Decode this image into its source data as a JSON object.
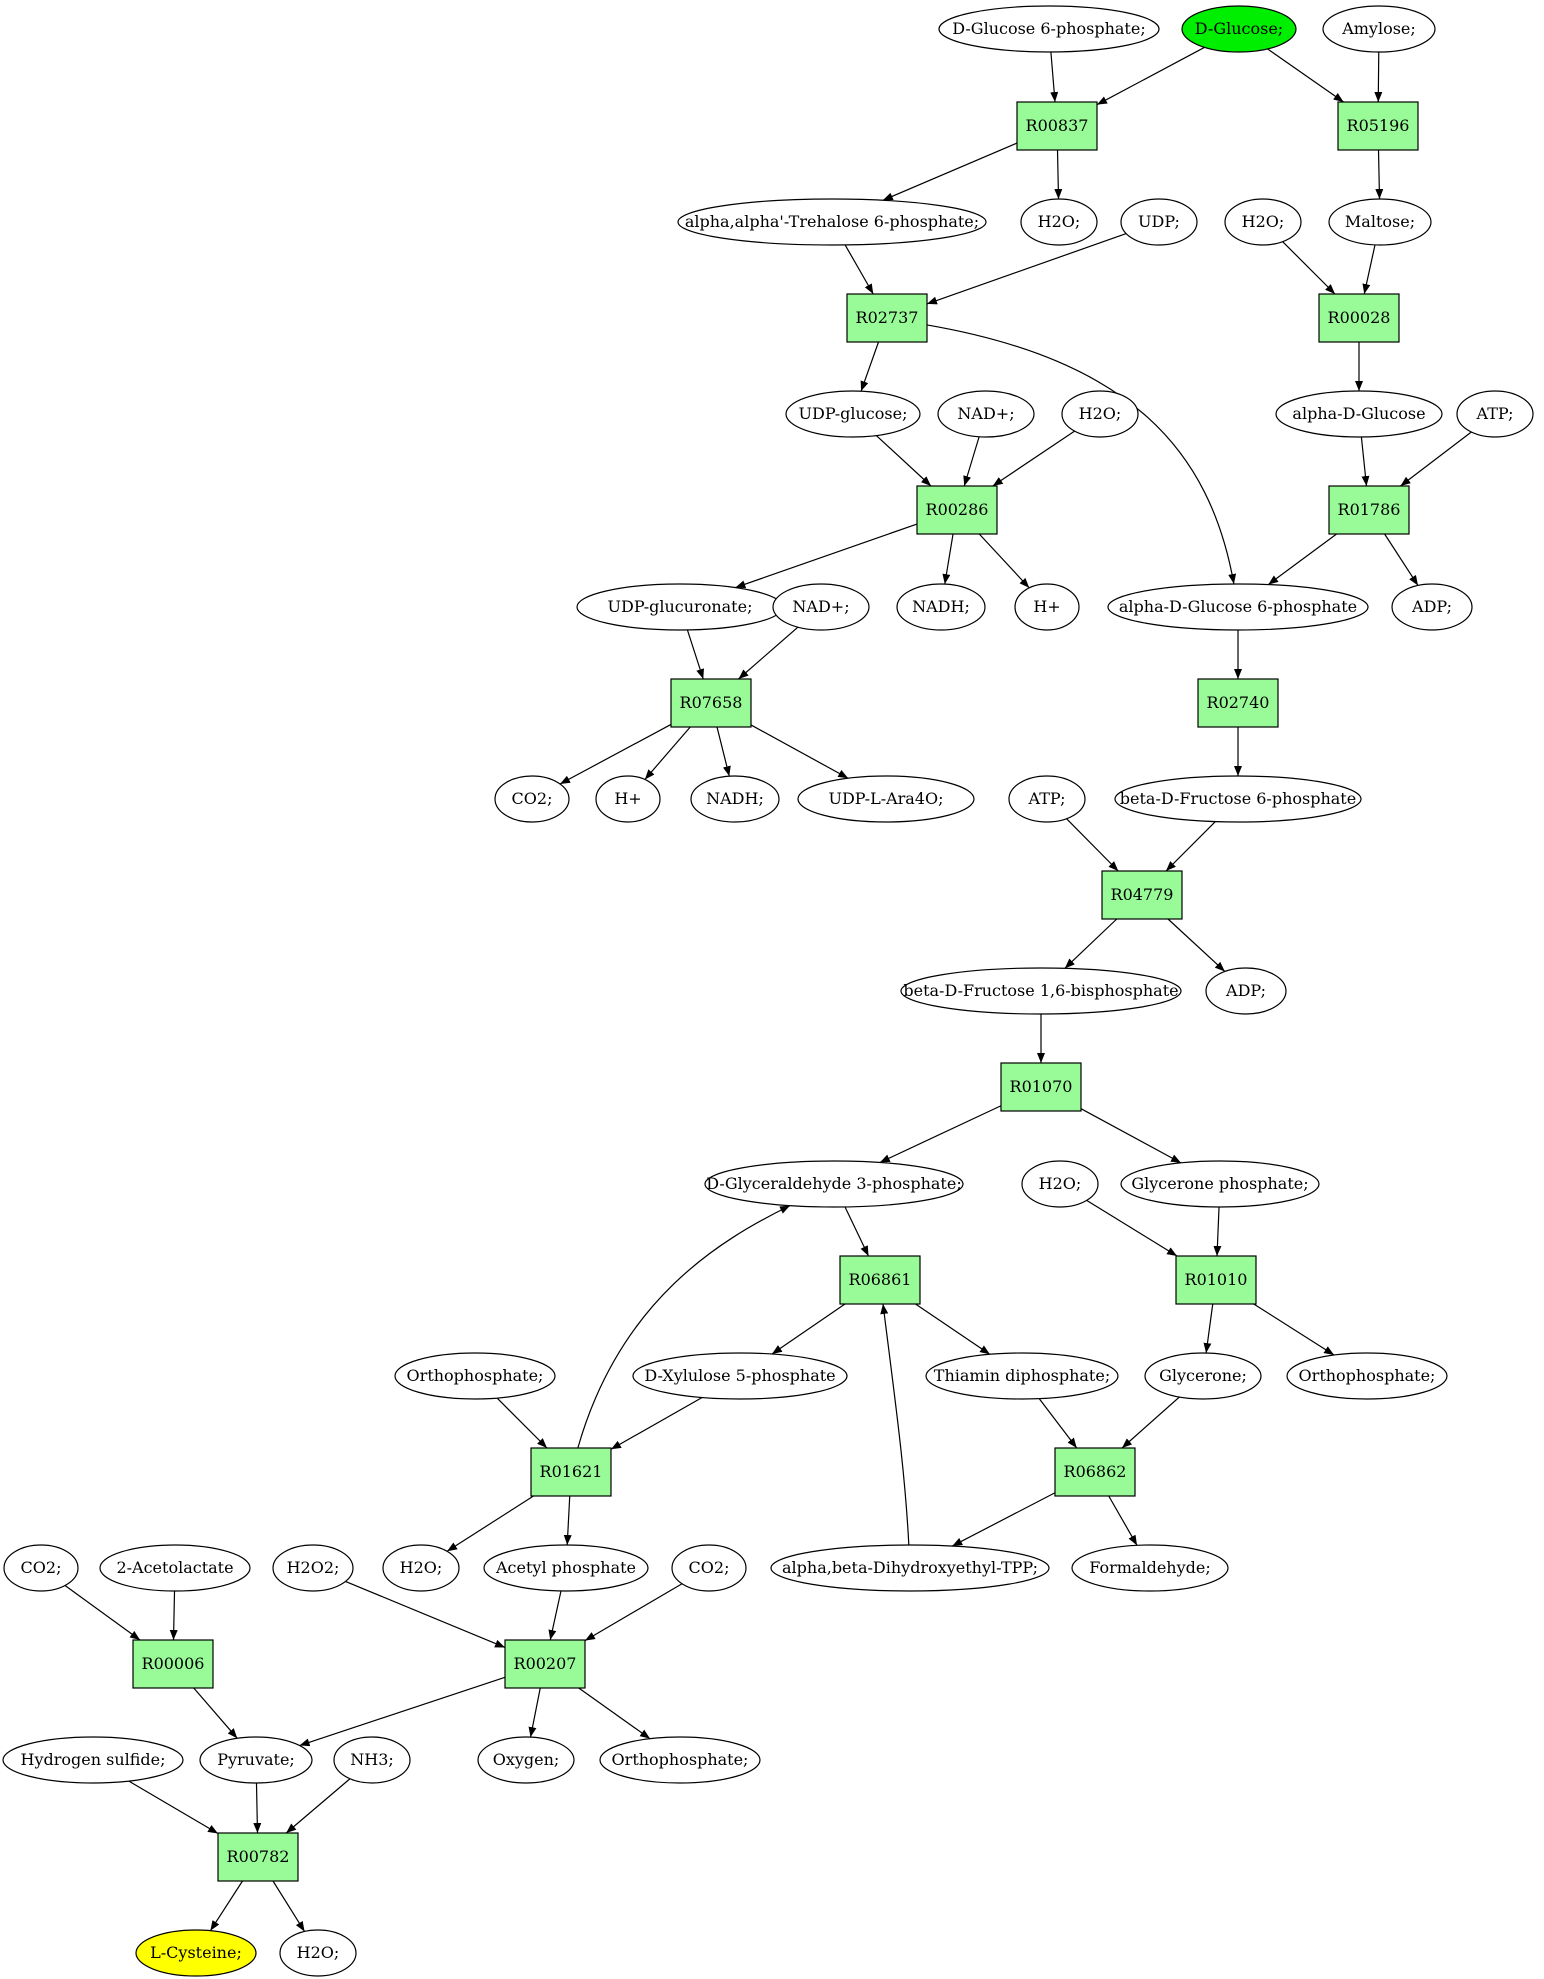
{
  "colors": {
    "reaction_fill": "#98fb98",
    "compound_fill": "#ffffff",
    "source_fill": "#00ee00",
    "target_fill": "#ffff00",
    "stroke": "#000000"
  },
  "compounds": [
    {
      "id": "c_g6p",
      "label": "D-Glucose 6-phosphate;"
    },
    {
      "id": "c_glc",
      "label": "D-Glucose;",
      "role": "source"
    },
    {
      "id": "c_amylose",
      "label": "Amylose;"
    },
    {
      "id": "c_t6p",
      "label": "alpha,alpha'-Trehalose 6-phosphate;"
    },
    {
      "id": "c_h2o_1",
      "label": "H2O;"
    },
    {
      "id": "c_udp_1",
      "label": "UDP;"
    },
    {
      "id": "c_h2o_2",
      "label": "H2O;"
    },
    {
      "id": "c_maltose",
      "label": "Maltose;"
    },
    {
      "id": "c_udpglc",
      "label": "UDP-glucose;"
    },
    {
      "id": "c_nad_1",
      "label": "NAD+;"
    },
    {
      "id": "c_h2o_3",
      "label": "H2O;"
    },
    {
      "id": "c_adglc",
      "label": "alpha-D-Glucose"
    },
    {
      "id": "c_atp_1",
      "label": "ATP;"
    },
    {
      "id": "c_udpgluc",
      "label": "UDP-glucuronate;"
    },
    {
      "id": "c_nad_2",
      "label": "NAD+;"
    },
    {
      "id": "c_nadh_1",
      "label": "NADH;"
    },
    {
      "id": "c_h_1",
      "label": "H+"
    },
    {
      "id": "c_adg6p",
      "label": "alpha-D-Glucose 6-phosphate"
    },
    {
      "id": "c_adp_1",
      "label": "ADP;"
    },
    {
      "id": "c_co2_1",
      "label": "CO2;"
    },
    {
      "id": "c_h_2",
      "label": "H+"
    },
    {
      "id": "c_nadh_2",
      "label": "NADH;"
    },
    {
      "id": "c_udpara",
      "label": "UDP-L-Ara4O;"
    },
    {
      "id": "c_atp_2",
      "label": "ATP;"
    },
    {
      "id": "c_bdf6p",
      "label": "beta-D-Fructose 6-phosphate"
    },
    {
      "id": "c_fbp",
      "label": "beta-D-Fructose 1,6-bisphosphate"
    },
    {
      "id": "c_adp_2",
      "label": "ADP;"
    },
    {
      "id": "c_gap",
      "label": "D-Glyceraldehyde 3-phosphate;"
    },
    {
      "id": "c_h2o_4",
      "label": "H2O;"
    },
    {
      "id": "c_dhap",
      "label": "Glycerone phosphate;"
    },
    {
      "id": "c_pi_1",
      "label": "Orthophosphate;"
    },
    {
      "id": "c_x5p",
      "label": "D-Xylulose 5-phosphate"
    },
    {
      "id": "c_tpp",
      "label": "Thiamin diphosphate;"
    },
    {
      "id": "c_glycerone",
      "label": "Glycerone;"
    },
    {
      "id": "c_pi_2",
      "label": "Orthophosphate;"
    },
    {
      "id": "c_co2_2",
      "label": "CO2;"
    },
    {
      "id": "c_acl",
      "label": "2-Acetolactate"
    },
    {
      "id": "c_h2o2",
      "label": "H2O2;"
    },
    {
      "id": "c_h2o_5",
      "label": "H2O;"
    },
    {
      "id": "c_acp",
      "label": "Acetyl phosphate"
    },
    {
      "id": "c_co2_3",
      "label": "CO2;"
    },
    {
      "id": "c_dhetpp",
      "label": "alpha,beta-Dihydroxyethyl-TPP;"
    },
    {
      "id": "c_hcho",
      "label": "Formaldehyde;"
    },
    {
      "id": "c_h2s",
      "label": "Hydrogen sulfide;"
    },
    {
      "id": "c_pyr",
      "label": "Pyruvate;"
    },
    {
      "id": "c_nh3",
      "label": "NH3;"
    },
    {
      "id": "c_o2",
      "label": "Oxygen;"
    },
    {
      "id": "c_pi_3",
      "label": "Orthophosphate;"
    },
    {
      "id": "c_cys",
      "label": "L-Cysteine;",
      "role": "target"
    },
    {
      "id": "c_h2o_6",
      "label": "H2O;"
    }
  ],
  "reactions": [
    {
      "id": "r00837",
      "label": "R00837"
    },
    {
      "id": "r05196",
      "label": "R05196"
    },
    {
      "id": "r02737",
      "label": "R02737"
    },
    {
      "id": "r00028",
      "label": "R00028"
    },
    {
      "id": "r00286",
      "label": "R00286"
    },
    {
      "id": "r01786",
      "label": "R01786"
    },
    {
      "id": "r07658",
      "label": "R07658"
    },
    {
      "id": "r02740",
      "label": "R02740"
    },
    {
      "id": "r04779",
      "label": "R04779"
    },
    {
      "id": "r01070",
      "label": "R01070"
    },
    {
      "id": "r06861",
      "label": "R06861"
    },
    {
      "id": "r01010",
      "label": "R01010"
    },
    {
      "id": "r01621",
      "label": "R01621"
    },
    {
      "id": "r06862",
      "label": "R06862"
    },
    {
      "id": "r00006",
      "label": "R00006"
    },
    {
      "id": "r00207",
      "label": "R00207"
    },
    {
      "id": "r00782",
      "label": "R00782"
    }
  ],
  "edges": [
    [
      "c_g6p",
      "r00837"
    ],
    [
      "c_glc",
      "r00837"
    ],
    [
      "r00837",
      "c_t6p"
    ],
    [
      "r00837",
      "c_h2o_1"
    ],
    [
      "c_glc",
      "r05196"
    ],
    [
      "c_amylose",
      "r05196"
    ],
    [
      "r05196",
      "c_maltose"
    ],
    [
      "c_t6p",
      "r02737"
    ],
    [
      "c_udp_1",
      "r02737"
    ],
    [
      "r02737",
      "c_udpglc"
    ],
    [
      "r02737",
      "c_adg6p"
    ],
    [
      "c_h2o_2",
      "r00028"
    ],
    [
      "c_maltose",
      "r00028"
    ],
    [
      "r00028",
      "c_adglc"
    ],
    [
      "c_udpglc",
      "r00286"
    ],
    [
      "c_nad_1",
      "r00286"
    ],
    [
      "c_h2o_3",
      "r00286"
    ],
    [
      "r00286",
      "c_udpgluc"
    ],
    [
      "r00286",
      "c_nadh_1"
    ],
    [
      "r00286",
      "c_h_1"
    ],
    [
      "c_adglc",
      "r01786"
    ],
    [
      "c_atp_1",
      "r01786"
    ],
    [
      "r01786",
      "c_adg6p"
    ],
    [
      "r01786",
      "c_adp_1"
    ],
    [
      "c_udpgluc",
      "r07658"
    ],
    [
      "c_nad_2",
      "r07658"
    ],
    [
      "r07658",
      "c_co2_1"
    ],
    [
      "r07658",
      "c_h_2"
    ],
    [
      "r07658",
      "c_nadh_2"
    ],
    [
      "r07658",
      "c_udpara"
    ],
    [
      "c_adg6p",
      "r02740"
    ],
    [
      "r02740",
      "c_bdf6p"
    ],
    [
      "c_atp_2",
      "r04779"
    ],
    [
      "c_bdf6p",
      "r04779"
    ],
    [
      "r04779",
      "c_fbp"
    ],
    [
      "r04779",
      "c_adp_2"
    ],
    [
      "c_fbp",
      "r01070"
    ],
    [
      "r01070",
      "c_gap"
    ],
    [
      "r01070",
      "c_dhap"
    ],
    [
      "c_gap",
      "r06861"
    ],
    [
      "r06861",
      "c_x5p"
    ],
    [
      "r06861",
      "c_tpp"
    ],
    [
      "c_h2o_4",
      "r01010"
    ],
    [
      "c_dhap",
      "r01010"
    ],
    [
      "r01010",
      "c_glycerone"
    ],
    [
      "r01010",
      "c_pi_2"
    ],
    [
      "c_pi_1",
      "r01621"
    ],
    [
      "c_x5p",
      "r01621"
    ],
    [
      "r01621",
      "c_gap"
    ],
    [
      "r01621",
      "c_h2o_5"
    ],
    [
      "r01621",
      "c_acp"
    ],
    [
      "c_tpp",
      "r06862"
    ],
    [
      "c_glycerone",
      "r06862"
    ],
    [
      "r06862",
      "c_dhetpp"
    ],
    [
      "r06862",
      "c_hcho"
    ],
    [
      "c_dhetpp",
      "r06861"
    ],
    [
      "c_co2_2",
      "r00006"
    ],
    [
      "c_acl",
      "r00006"
    ],
    [
      "r00006",
      "c_pyr"
    ],
    [
      "c_h2o2",
      "r00207"
    ],
    [
      "c_acp",
      "r00207"
    ],
    [
      "c_co2_3",
      "r00207"
    ],
    [
      "r00207",
      "c_pyr"
    ],
    [
      "r00207",
      "c_o2"
    ],
    [
      "r00207",
      "c_pi_3"
    ],
    [
      "c_h2s",
      "r00782"
    ],
    [
      "c_pyr",
      "r00782"
    ],
    [
      "c_nh3",
      "r00782"
    ],
    [
      "r00782",
      "c_cys"
    ],
    [
      "r00782",
      "c_h2o_6"
    ]
  ]
}
